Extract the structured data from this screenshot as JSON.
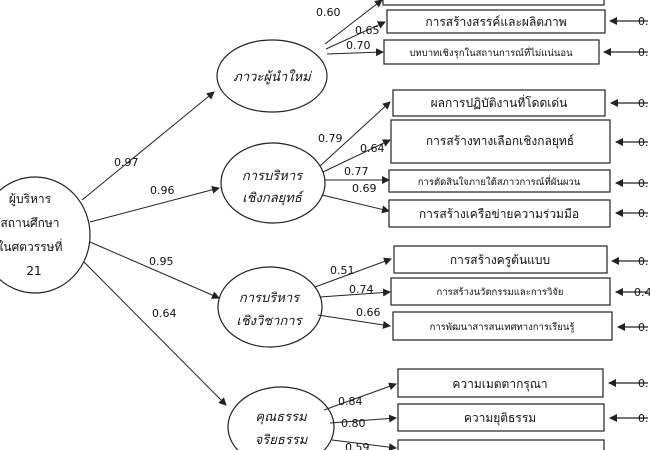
{
  "main_factor": {
    "lines": [
      "ผู้บริหาร",
      "สถานศึกษา",
      "ในศตวรรษที่",
      "21"
    ]
  },
  "factors": [
    {
      "id": "new-leader",
      "lines": [
        "ภาวะผู้นำใหม่"
      ],
      "loading": "0.97",
      "indicators": [
        {
          "label": "",
          "loading": "0.60",
          "error": ""
        },
        {
          "label": "การสร้างสรรค์และผลิตภาพ",
          "loading": "0.65",
          "error": "0."
        },
        {
          "label": "บทบาทเชิงรุกในสถานการณ์ที่ไม่แน่นอน",
          "loading": "0.70",
          "error": "0."
        }
      ]
    },
    {
      "id": "strategic",
      "lines": [
        "การบริหาร",
        "เชิงกลยุทธ์"
      ],
      "loading": "0.96",
      "indicators": [
        {
          "label": "ผลการปฏิบัติงานที่โดดเด่น",
          "loading": "0.79",
          "error": "0."
        },
        {
          "label": "การสร้างทางเลือกเชิงกลยุทธ์",
          "loading": "0.64",
          "error": "0."
        },
        {
          "label": "การตัดสินใจภายใต้สภาวการณ์ที่ผันผวน",
          "loading": "0.77",
          "error": "0."
        },
        {
          "label": "การสร้างเครือข่ายความร่วมมือ",
          "loading": "0.69",
          "error": "0."
        }
      ]
    },
    {
      "id": "academic",
      "lines": [
        "การบริหาร",
        "เชิงวิชาการ"
      ],
      "loading": "0.95",
      "indicators": [
        {
          "label": "การสร้างครูต้นแบบ",
          "loading": "0.51",
          "error": "0."
        },
        {
          "label": "การสร้างนวัตกรรมและการวิจัย",
          "loading": "0.74",
          "error": "0.4"
        },
        {
          "label": "การพัฒนาสารสนเทศทางการเรียนรู้",
          "loading": "0.66",
          "error": "0."
        }
      ]
    },
    {
      "id": "ethics",
      "lines": [
        "คุณธรรม",
        "จริยธรรม"
      ],
      "loading": "0.64",
      "indicators": [
        {
          "label": "ความเมตตากรุณา",
          "loading": "0.84",
          "error": "0."
        },
        {
          "label": "ความยุติธรรม",
          "loading": "0.80",
          "error": "0."
        },
        {
          "label": "",
          "loading": "0.59",
          "error": ""
        }
      ]
    }
  ]
}
